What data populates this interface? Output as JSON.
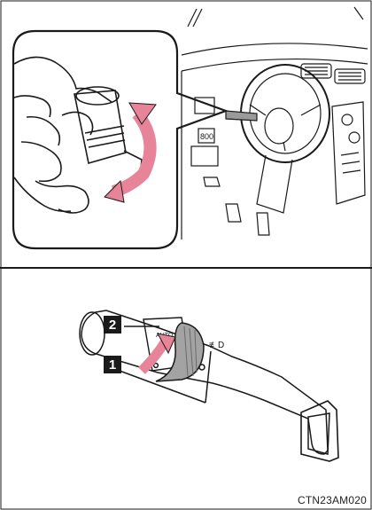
{
  "figure": {
    "code": "CTN23AM020",
    "callouts": [
      {
        "number": "2"
      },
      {
        "number": "1"
      }
    ],
    "accent_color": "#e8849a",
    "line_color": "#1a1a1a"
  }
}
